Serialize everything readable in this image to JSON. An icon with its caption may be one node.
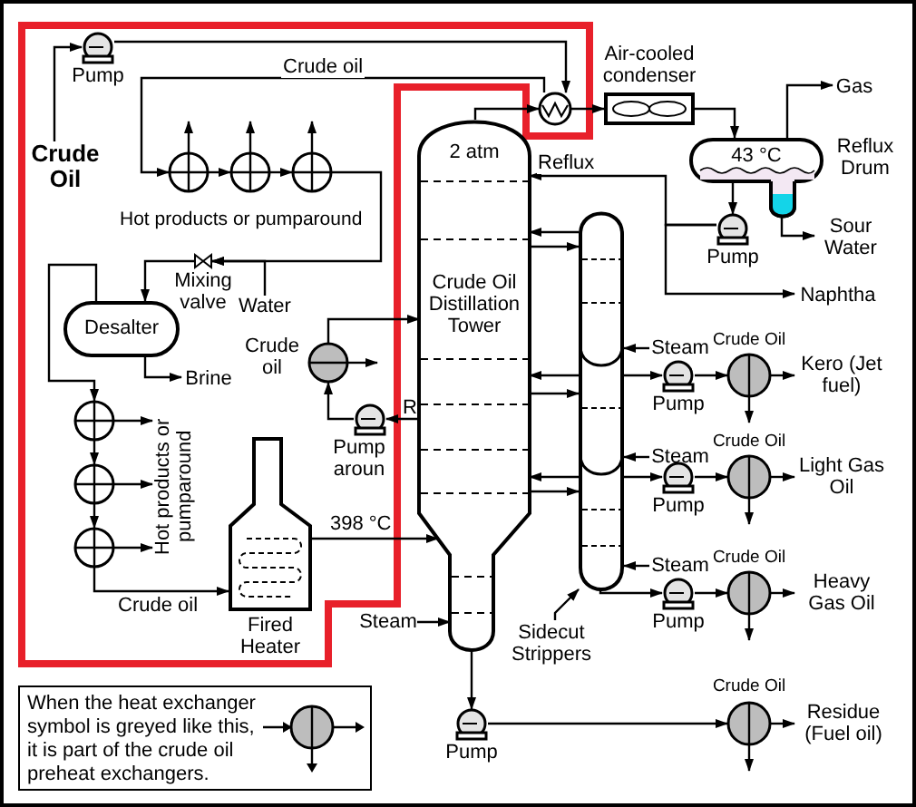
{
  "diagram": {
    "nodes": [
      {
        "text": [
          "Crude Oil"
        ]
      },
      {
        "text": [
          "Pump"
        ]
      },
      {
        "text": [],
        "shape": "circle"
      },
      {
        "text": [],
        "shape": "circle"
      },
      {
        "text": [],
        "shape": "circle"
      },
      {
        "text": [],
        "shape": "circle"
      },
      {
        "text": [
          "Mixing valve"
        ]
      },
      {
        "text": [
          "Water"
        ]
      },
      {
        "text": [
          "Desalter"
        ]
      },
      {
        "text": [
          "Brine"
        ]
      },
      {
        "text": [],
        "shape": "circle"
      },
      {
        "text": [],
        "shape": "circle"
      },
      {
        "text": [],
        "shape": "circle"
      },
      {
        "text": [
          "Fired Heater"
        ]
      },
      {
        "text": [
          "2 atm",
          "Crude Oil Distillation Tower"
        ]
      },
      {
        "text": [
          "Steam"
        ]
      },
      {
        "text": [
          "Pump"
        ]
      },
      {
        "text": [],
        "shape": "circle",
        "beside": [
          "Crude Oil"
        ]
      },
      {
        "text": [
          "Residue (Fuel oil)"
        ]
      },
      {
        "text": [
          "Air-cooled condenser"
        ]
      },
      {
        "text": [
          "43 °C",
          "Reflux Drum"
        ]
      },
      {
        "text": [
          "Gas"
        ]
      },
      {
        "text": [
          "Sour Water"
        ]
      },
      {
        "text": [
          "Pump"
        ]
      },
      {
        "text": [
          "Naphtha"
        ]
      },
      {
        "text": [],
        "shape": "circle",
        "beside": [
          "Crude oil"
        ]
      },
      {
        "text": [
          "Pump aroun"
        ]
      },
      {
        "text": [],
        "shape": "cylinder"
      },
      {
        "text": [
          "Sidecut Strippers"
        ]
      },
      {
        "text": [
          "Steam"
        ]
      },
      {
        "text": [
          "Steam"
        ]
      },
      {
        "text": [
          "Steam"
        ]
      },
      {
        "text": [
          "Pump"
        ]
      },
      {
        "text": [],
        "shape": "circle",
        "beside": [
          "Crude Oil"
        ]
      },
      {
        "text": [
          "Kero (Jet fuel)"
        ]
      },
      {
        "text": [
          "Pump"
        ]
      },
      {
        "text": [],
        "shape": "circle",
        "beside": [
          "Crude Oil"
        ]
      },
      {
        "text": [
          "Light Gas Oil"
        ]
      },
      {
        "text": [
          "Pump"
        ]
      },
      {
        "text": [],
        "shape": "circle",
        "beside": [
          "Crude Oil"
        ]
      },
      {
        "text": [
          "Heavy Gas Oil"
        ]
      },
      {
        "text": [
          "Hot products or pumparound"
        ]
      }
    ],
    "edges": [
      {
        "from": 0,
        "to": 1,
        "arrow": "to"
      },
      {
        "from": 1,
        "to": 2,
        "arrow": "to"
      },
      {
        "from": 2,
        "to": 3,
        "arrow": "to",
        "label": "Crude oil"
      },
      {
        "from": 3,
        "to": null,
        "arrow": "to"
      },
      {
        "from": 3,
        "to": 4,
        "arrow": "to"
      },
      {
        "from": 4,
        "to": null,
        "arrow": "to"
      },
      {
        "from": 4,
        "to": 5,
        "arrow": "to"
      },
      {
        "from": 5,
        "to": null,
        "arrow": "to"
      },
      {
        "from": 5,
        "to": 6,
        "arrow": "to"
      },
      {
        "from": 7,
        "to": 6,
        "arrow": "to"
      },
      {
        "from": 6,
        "to": 8,
        "arrow": "to"
      },
      {
        "from": 8,
        "to": 9,
        "arrow": "to"
      },
      {
        "from": 8,
        "to": 10,
        "arrow": "to"
      },
      {
        "from": 10,
        "to": 41,
        "arrow": "to"
      },
      {
        "from": 10,
        "to": 11,
        "arrow": "to"
      },
      {
        "from": 11,
        "to": 41,
        "arrow": "to"
      },
      {
        "from": 11,
        "to": 12,
        "arrow": "to"
      },
      {
        "from": 12,
        "to": 41,
        "arrow": "to"
      },
      {
        "from": 12,
        "to": 13,
        "arrow": "to",
        "label": "Crude oil"
      },
      {
        "from": 13,
        "to": 14,
        "arrow": "to",
        "label": "398 °C"
      },
      {
        "from": 15,
        "to": 14,
        "arrow": "to"
      },
      {
        "from": 14,
        "to": 16,
        "arrow": "to"
      },
      {
        "from": 16,
        "to": 17,
        "arrow": "to"
      },
      {
        "from": 17,
        "to": null,
        "arrow": "to"
      },
      {
        "from": 17,
        "to": 18,
        "arrow": "to"
      },
      {
        "from": 14,
        "to": 2,
        "arrow": "to"
      },
      {
        "from": 2,
        "to": 19,
        "arrow": "to"
      },
      {
        "from": 19,
        "to": 20,
        "arrow": "to"
      },
      {
        "from": 20,
        "to": 21,
        "arrow": "to"
      },
      {
        "from": 20,
        "to": 22,
        "arrow": "to"
      },
      {
        "from": 20,
        "to": 23,
        "arrow": "to"
      },
      {
        "from": 23,
        "to": 14,
        "arrow": "to",
        "label": "Reflux"
      },
      {
        "from": 23,
        "to": 24,
        "arrow": "to"
      },
      {
        "from": 14,
        "to": 26,
        "arrow": "to"
      },
      {
        "from": 26,
        "to": 25,
        "arrow": "to"
      },
      {
        "from": 25,
        "to": 14,
        "arrow": "to"
      },
      {
        "from": 25,
        "to": null,
        "arrow": "to"
      },
      {
        "from": 27,
        "to": 14,
        "arrow": "to"
      },
      {
        "from": 14,
        "to": 27,
        "arrow": "to"
      },
      {
        "from": 27,
        "to": 14,
        "arrow": "to"
      },
      {
        "from": 14,
        "to": 27,
        "arrow": "to"
      },
      {
        "from": 27,
        "to": 14,
        "arrow": "to"
      },
      {
        "from": 14,
        "to": 27,
        "arrow": "to"
      },
      {
        "from": 28,
        "to": 27,
        "arrow": "to"
      },
      {
        "from": 29,
        "to": 27,
        "arrow": "to"
      },
      {
        "from": 30,
        "to": 27,
        "arrow": "to"
      },
      {
        "from": 31,
        "to": 27,
        "arrow": "to"
      },
      {
        "from": 27,
        "to": 32,
        "arrow": "to"
      },
      {
        "from": 32,
        "to": 33,
        "arrow": "to"
      },
      {
        "from": 33,
        "to": null,
        "arrow": "to"
      },
      {
        "from": 33,
        "to": 34,
        "arrow": "to"
      },
      {
        "from": 27,
        "to": 35,
        "arrow": "to"
      },
      {
        "from": 35,
        "to": 36,
        "arrow": "to"
      },
      {
        "from": 36,
        "to": null,
        "arrow": "to"
      },
      {
        "from": 36,
        "to": 37,
        "arrow": "to"
      },
      {
        "from": 27,
        "to": 38,
        "arrow": "to"
      },
      {
        "from": 38,
        "to": 39,
        "arrow": "to"
      },
      {
        "from": 39,
        "to": null,
        "arrow": "to"
      },
      {
        "from": 39,
        "to": 40,
        "arrow": "to"
      }
    ],
    "labels": [
      "Hot products or pumparound",
      "R"
    ],
    "legend": [
      {
        "text": "When the heat exchanger symbol is greyed like this, it is part of the crude oil preheat exchangers."
      }
    ]
  }
}
